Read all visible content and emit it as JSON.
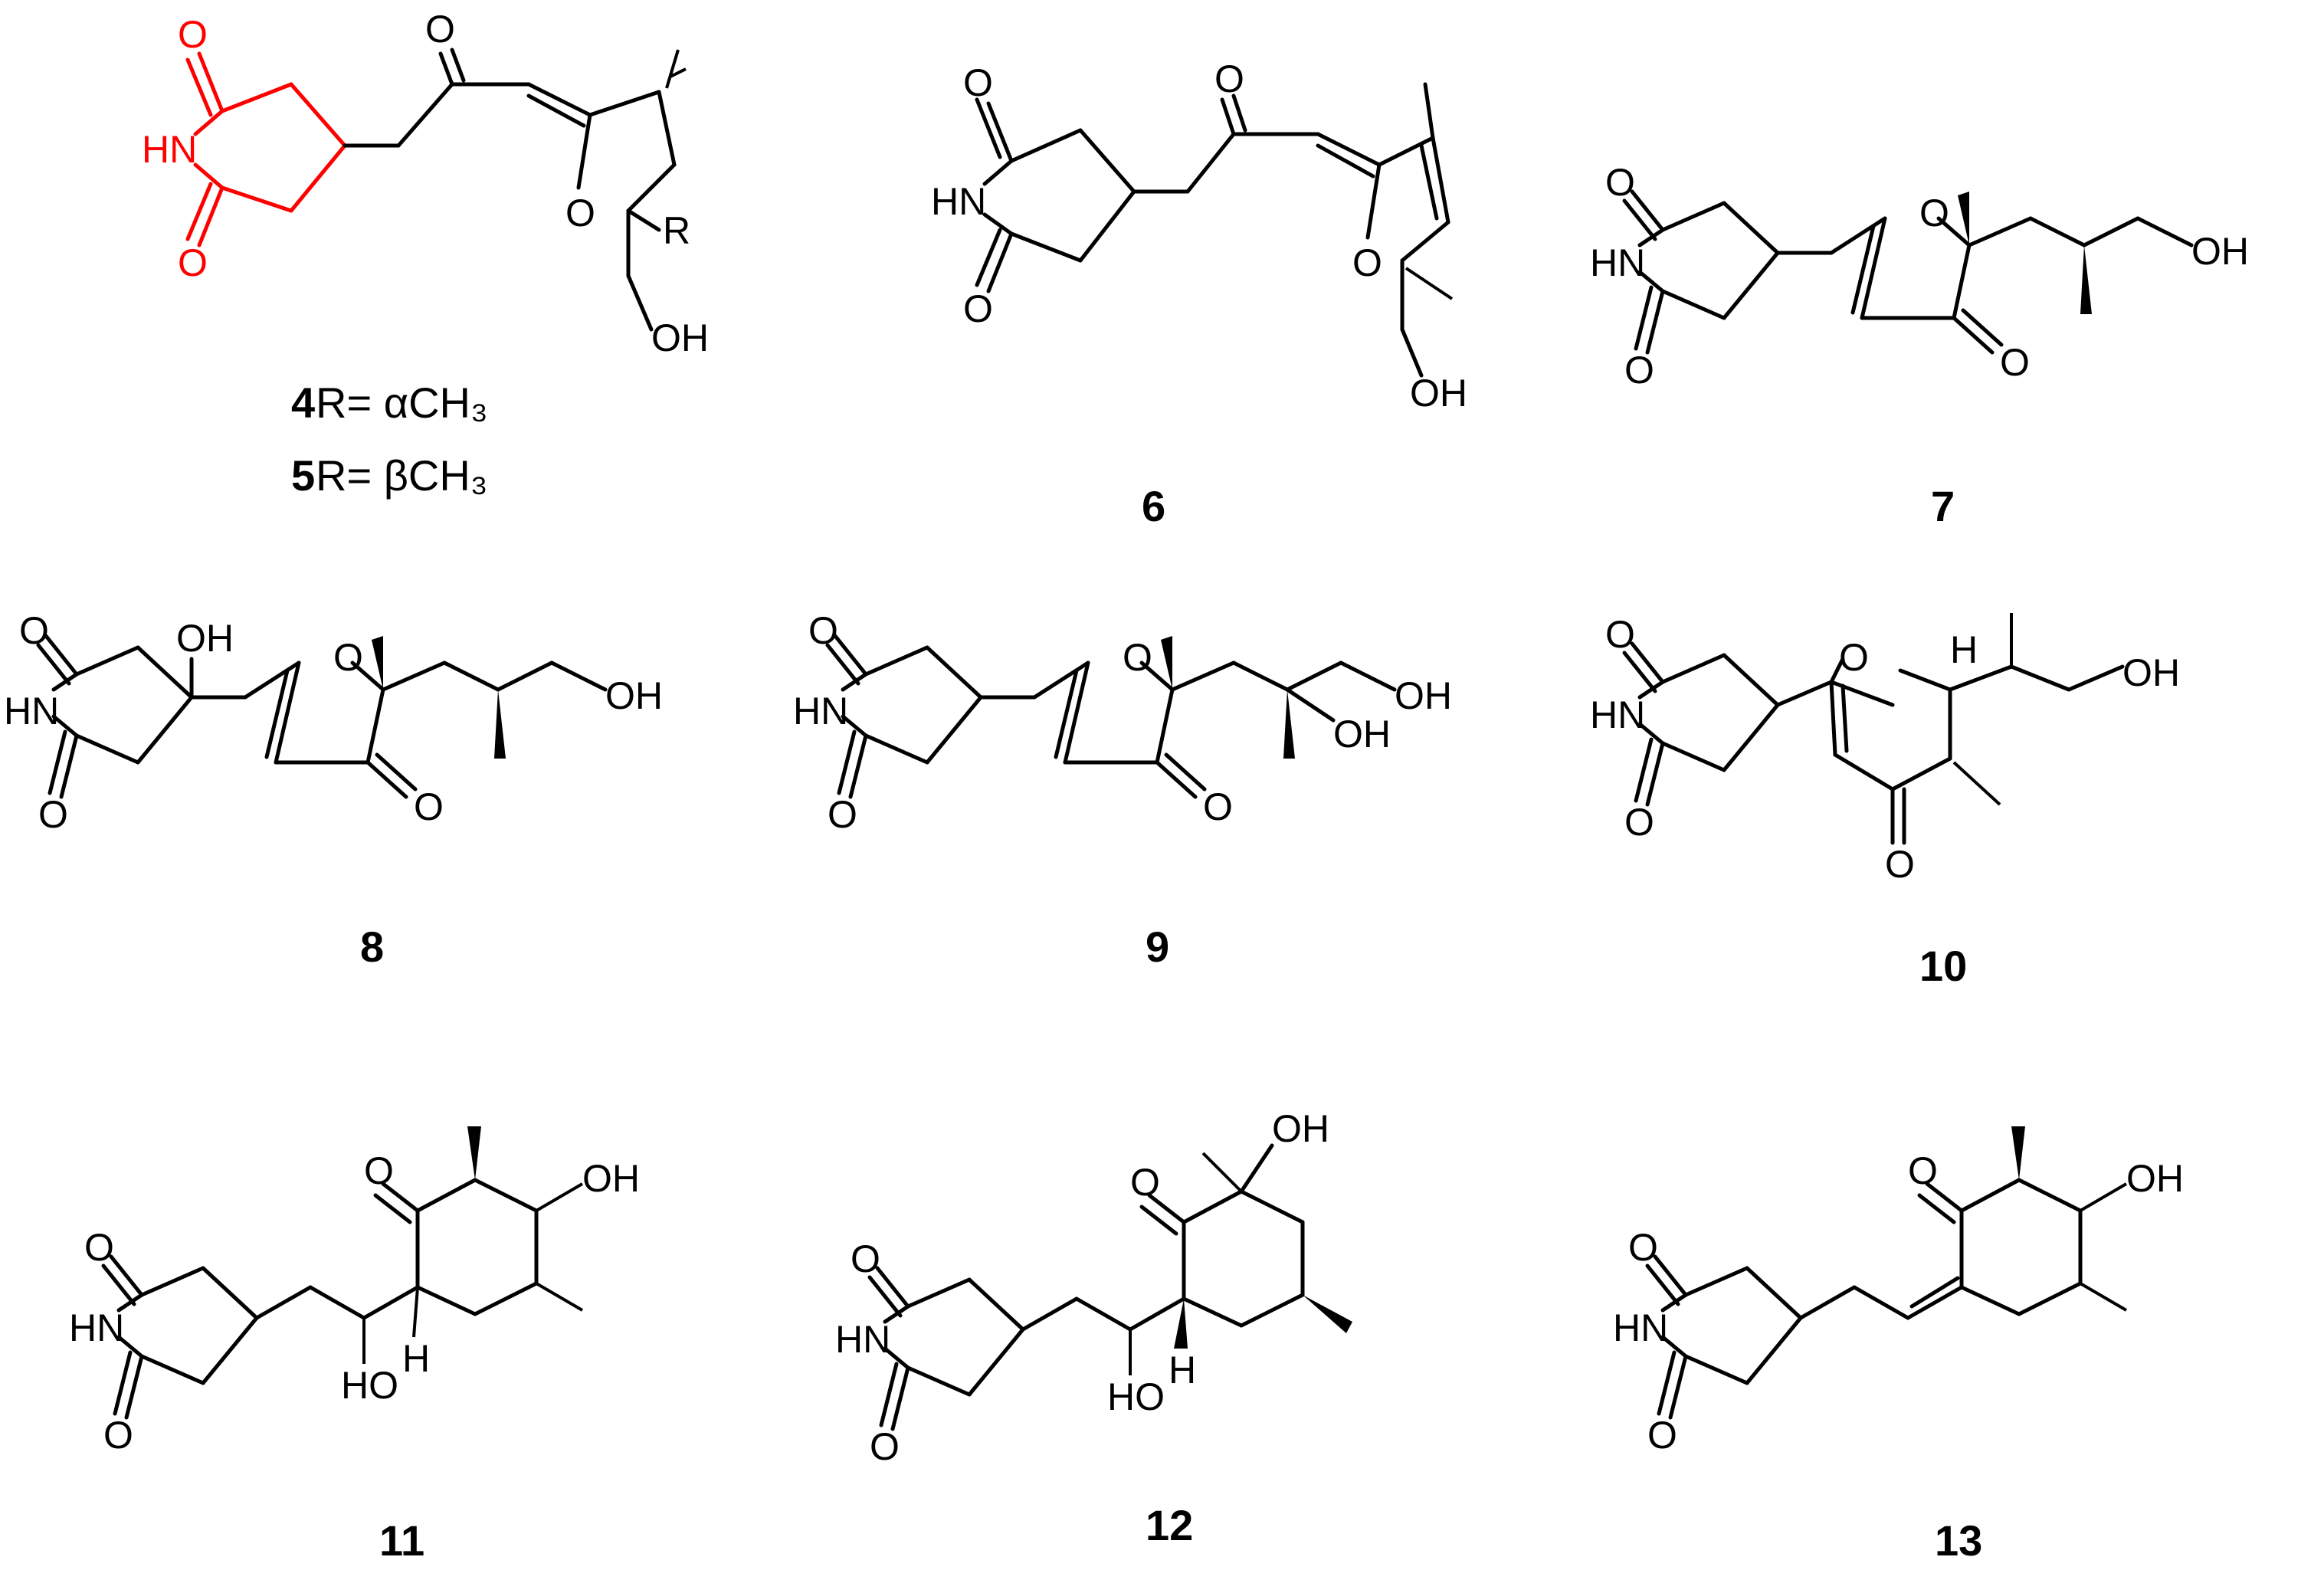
{
  "compounds": [
    {
      "id": "4",
      "caption_id": "4",
      "caption_text": " R= αCH₃"
    },
    {
      "id": "5",
      "caption_id": "5",
      "caption_text": " R= βCH₃"
    },
    {
      "id": "6",
      "caption_id": "6"
    },
    {
      "id": "7",
      "caption_id": "7"
    },
    {
      "id": "8",
      "caption_id": "8"
    },
    {
      "id": "9",
      "caption_id": "9"
    },
    {
      "id": "10",
      "caption_id": "10"
    },
    {
      "id": "11",
      "caption_id": "11"
    },
    {
      "id": "12",
      "caption_id": "12"
    },
    {
      "id": "13",
      "caption_id": "13"
    }
  ],
  "atom_labels": {
    "O": "O",
    "NH_left": "HN",
    "OH": "OH",
    "HO": "HO",
    "H": "H",
    "R": "R"
  },
  "colors": {
    "bonds": "#000000",
    "highlight_glutarimide": "#ff0000",
    "background": "#ffffff"
  }
}
